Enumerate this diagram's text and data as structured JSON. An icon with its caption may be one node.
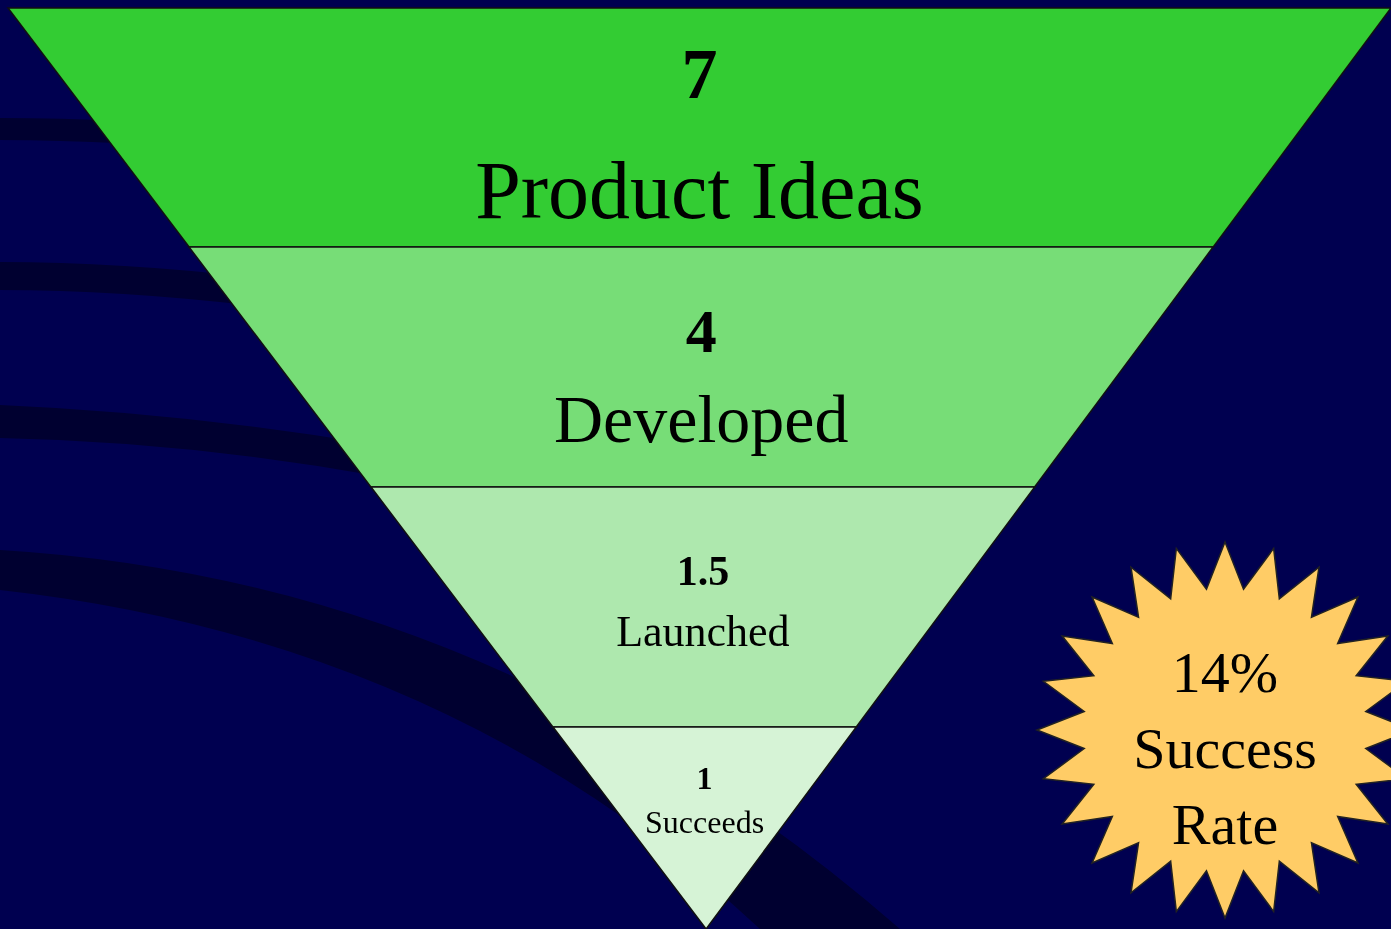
{
  "diagram": {
    "nodes": [
      {
        "text": [
          "7",
          "Product Ideas"
        ]
      },
      {
        "text": [
          "4",
          "Developed"
        ]
      },
      {
        "text": [
          "1.5",
          "Launched"
        ]
      },
      {
        "text": [
          "1",
          "Succeeds"
        ]
      },
      {
        "text": [
          "14% Success Rate"
        ]
      }
    ]
  }
}
